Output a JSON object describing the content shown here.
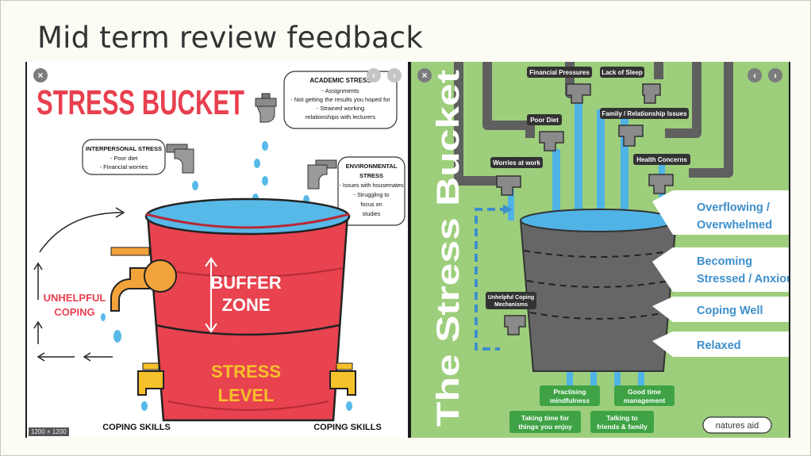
{
  "slide": {
    "title": "Mid term review feedback"
  },
  "left_image": {
    "title": "STRESS BUCKET",
    "academic": {
      "heading": "ACADEMIC STRESS",
      "lines": [
        "- Assignments",
        "- Not getting the results you hoped for",
        "- Strained working",
        "relationships with lecturers"
      ]
    },
    "interpersonal": {
      "heading": "INTERPERSONAL STRESS",
      "lines": [
        "- Poor diet",
        "- Financial worries"
      ]
    },
    "environmental": {
      "heading": "ENVIRONMENTAL",
      "lines": [
        "STRESS",
        "- Issues with housemates",
        "- Struggling to",
        "focus on",
        "studies"
      ]
    },
    "buffer": [
      "BUFFER",
      "ZONE"
    ],
    "stress_level": [
      "STRESS",
      "LEVEL"
    ],
    "unhelpful": [
      "UNHELPFUL",
      "COPING"
    ],
    "coping_left": "COPING SKILLS",
    "coping_right": "COPING SKILLS",
    "size_label": "1200 × 1200",
    "close_icon": "close-icon",
    "colors": {
      "red": "#e8404f",
      "bucket": "#e8434f",
      "gold": "#f6c12a",
      "water": "#57b9e8"
    }
  },
  "right_image": {
    "title": "The Stress Bucket",
    "taps": {
      "financial": "Financial Pressures",
      "sleep": "Lack of Sleep",
      "diet": "Poor Diet",
      "family": "Family / Relationship Issues",
      "work": "Worries at work",
      "health": "Health Concerns",
      "unhelpful": [
        "Unhelpful Coping",
        "Mechanisms"
      ]
    },
    "levels": [
      [
        "Overflowing /",
        "Overwhelmed"
      ],
      [
        "Becoming",
        "Stressed / Anxious"
      ],
      [
        "Coping Well"
      ],
      [
        "Relaxed"
      ]
    ],
    "outputs": {
      "practising": [
        "Practising",
        "mindfulness"
      ],
      "goodtime": [
        "Good time",
        "management"
      ],
      "taking": [
        "Taking time for",
        "things you enjoy"
      ],
      "talking": [
        "Talking to",
        "friends & family"
      ]
    },
    "brand": "natures aid",
    "colors": {
      "bg": "#9dce7c",
      "pipe": "#757575",
      "water": "#4fb3e6",
      "label_green": "#3fa345",
      "level_text": "#3d8fcc"
    }
  },
  "nav": {
    "prev_icon": "chevron-left-icon",
    "next_icon": "chevron-right-icon"
  }
}
